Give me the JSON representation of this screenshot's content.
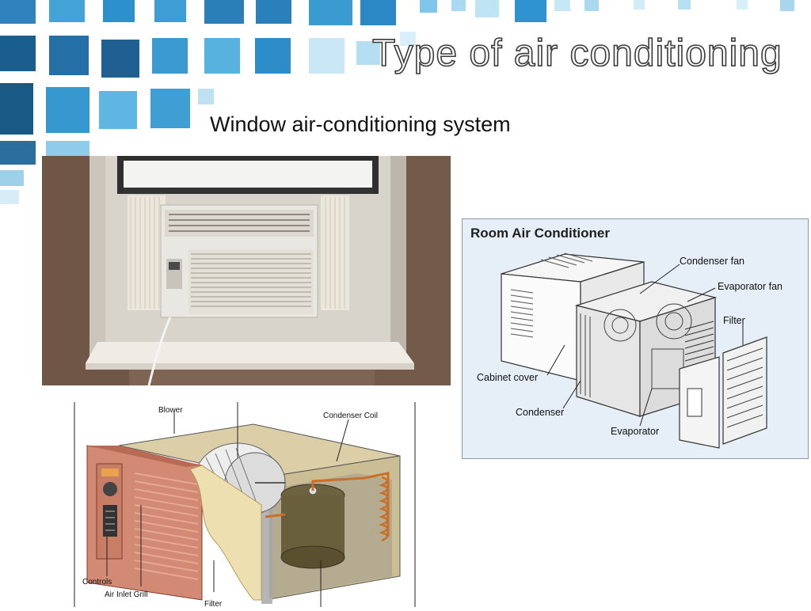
{
  "slide": {
    "title": "Type of air conditioning",
    "subtitle": "Window air-conditioning system"
  },
  "photo": {
    "subject": "window air conditioner installed in window"
  },
  "diagram_room_ac": {
    "heading": "Room Air Conditioner",
    "labels": {
      "condenser_fan": "Condenser fan",
      "evaporator_fan": "Evaporator fan",
      "filter": "Filter",
      "cabinet_cover": "Cabinet cover",
      "condenser": "Condenser",
      "evaporator": "Evaporator"
    }
  },
  "diagram_cutaway": {
    "labels": {
      "blower": "Blower",
      "condenser_coil": "Condenser Coil",
      "controls": "Controls",
      "air_inlet_grill": "Air Inlet Grill",
      "filter": "Filter"
    }
  },
  "colors": {
    "tile_dark": "#1f6ea8",
    "tile_light": "#9fd3ef",
    "diagram_bg": "#e6eef7",
    "cabinet_red": "#c97863"
  }
}
